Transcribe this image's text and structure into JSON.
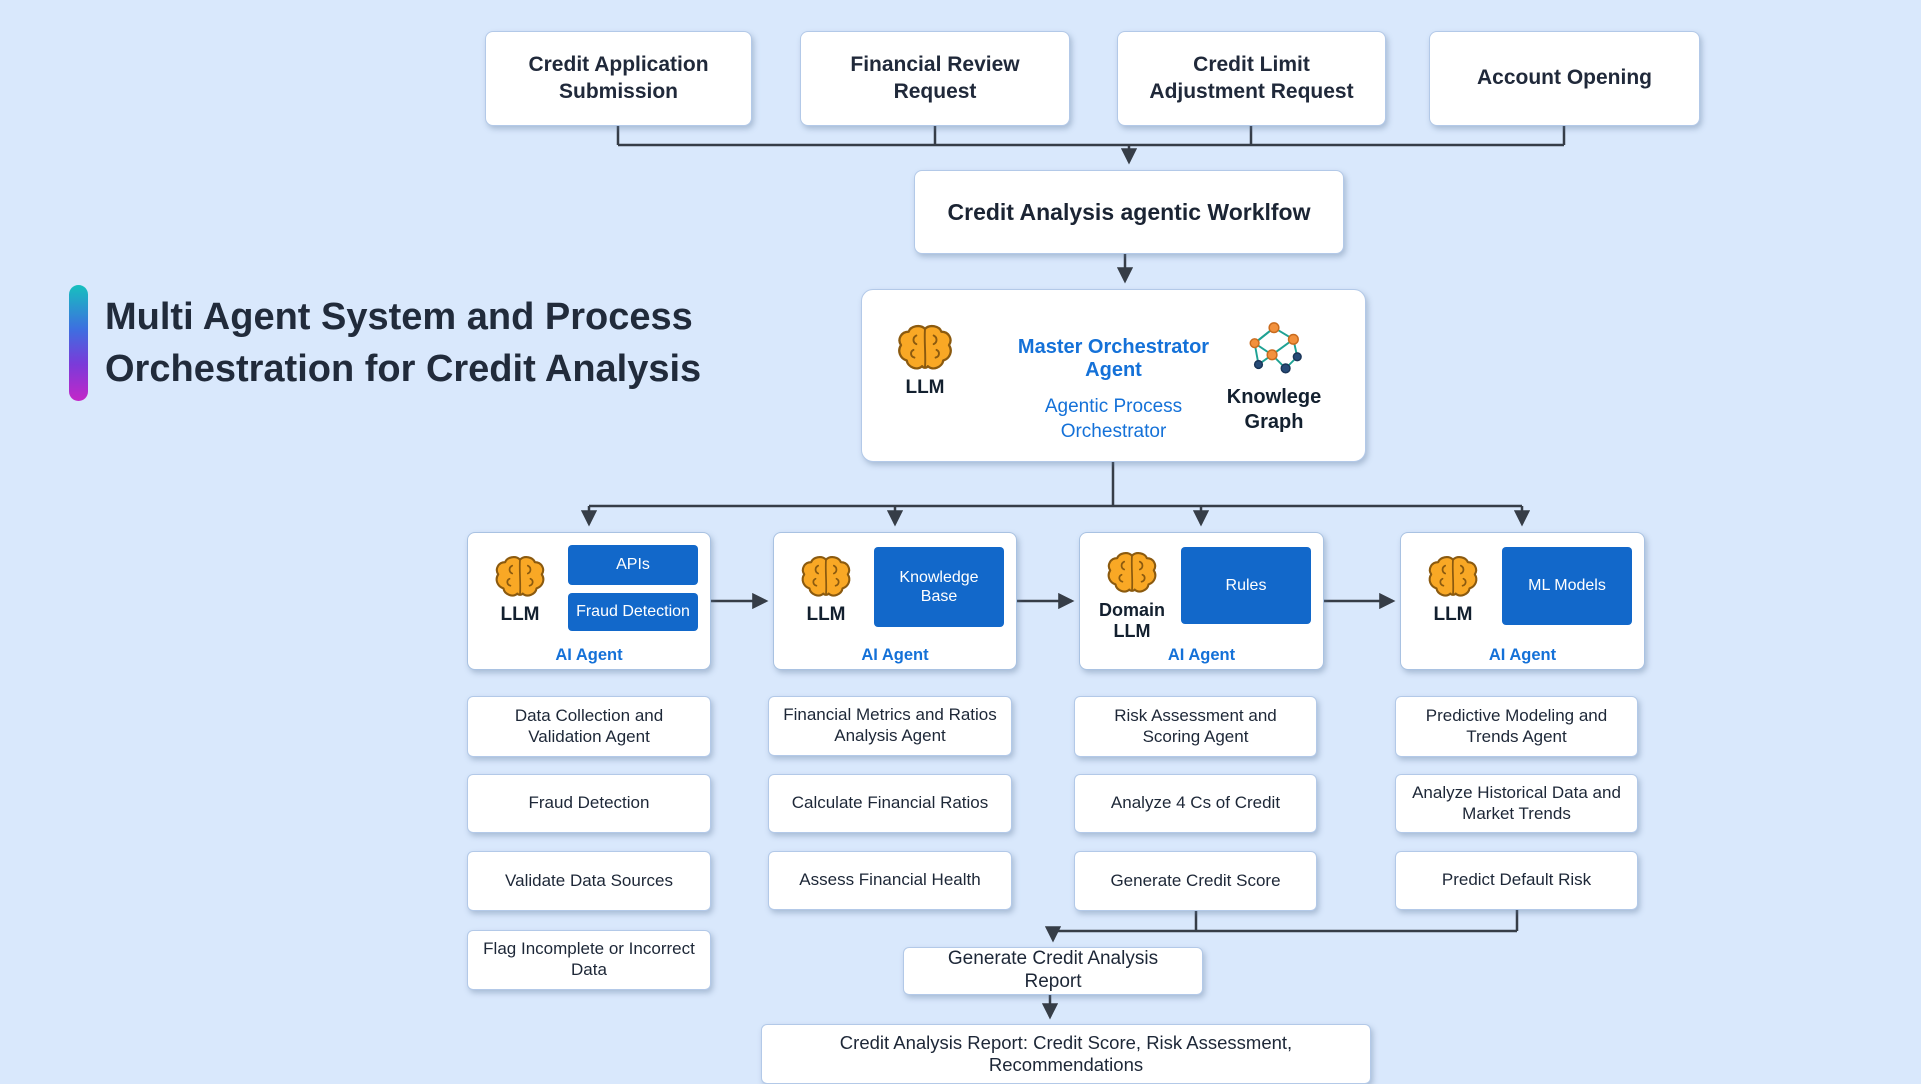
{
  "title": {
    "line1": "Multi Agent System and Process",
    "line2": "Orchestration for Credit Analysis"
  },
  "sources": [
    "Credit Application Submission",
    "Financial Review Request",
    "Credit Limit Adjustment Request",
    "Account Opening"
  ],
  "workflow": {
    "label": "Credit Analysis agentic Worklfow"
  },
  "orchestrator": {
    "llm": "LLM",
    "title": "Master Orchestrator Agent",
    "subtitle": "Agentic Process Orchestrator",
    "knowledge_graph": "Knowlege Graph"
  },
  "agents": [
    {
      "llm": "LLM",
      "badges": [
        "APIs",
        "Fraud Detection"
      ],
      "role": "AI Agent",
      "tasks": [
        "Data Collection and Validation Agent",
        "Fraud Detection",
        "Validate Data Sources",
        "Flag Incomplete or Incorrect Data"
      ]
    },
    {
      "llm": "LLM",
      "badges": [
        "Knowledge Base"
      ],
      "role": "AI Agent",
      "tasks": [
        "Financial Metrics and Ratios Analysis Agent",
        "Calculate Financial Ratios",
        "Assess Financial Health"
      ]
    },
    {
      "llm": "Domain LLM",
      "badges": [
        "Rules"
      ],
      "role": "AI Agent",
      "tasks": [
        "Risk Assessment and Scoring Agent",
        "Analyze 4 Cs of Credit",
        "Generate Credit Score"
      ]
    },
    {
      "llm": "LLM",
      "badges": [
        "ML Models"
      ],
      "role": "AI Agent",
      "tasks": [
        "Predictive Modeling and Trends Agent",
        "Analyze Historical Data and Market Trends",
        "Predict Default Risk"
      ]
    }
  ],
  "output": {
    "generate": "Generate Credit Analysis Report",
    "final": "Credit Analysis Report: Credit Score, Risk Assessment, Recommendations"
  },
  "icons": {
    "brain": "brain-icon",
    "knowledge_graph": "knowledge-graph-icon"
  },
  "colors": {
    "background": "#D9E8FC",
    "badge_blue": "#1268CA",
    "accent_blue_text": "#1471D8",
    "box_border": "#B3C9E8",
    "arrow": "#363D47",
    "dark_text": "#1D2737"
  }
}
